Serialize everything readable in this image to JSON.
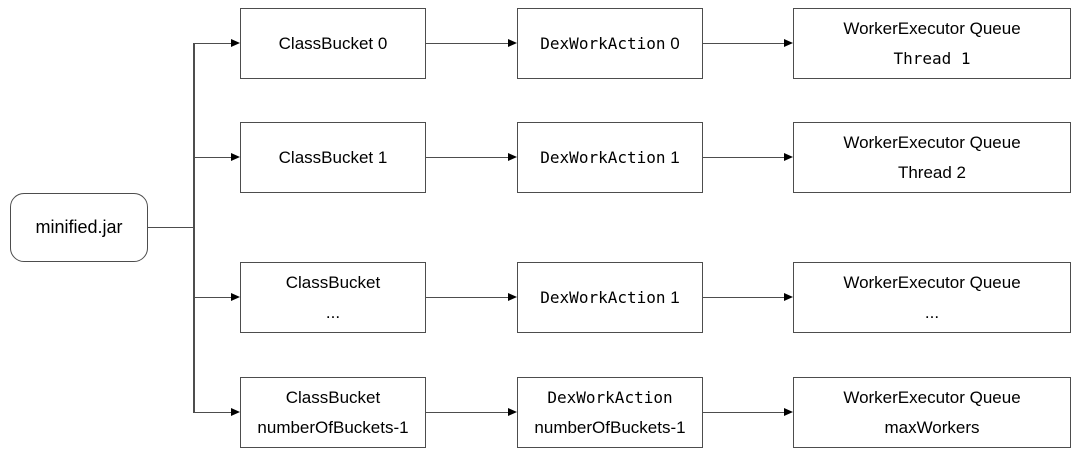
{
  "diagram": {
    "source": {
      "label": "minified.jar"
    },
    "rows": [
      {
        "class_bucket": {
          "lines": [
            [
              {
                "t": "ClassBucket 0"
              }
            ]
          ]
        },
        "dex_work_action": {
          "lines": [
            [
              {
                "t": "DexWorkAction",
                "code": true
              },
              {
                "t": " 0"
              }
            ]
          ]
        },
        "worker_queue": {
          "lines": [
            [
              {
                "t": "WorkerExecutor Queue"
              }
            ],
            [
              {
                "t": "Thread 1",
                "code": true
              }
            ]
          ]
        }
      },
      {
        "class_bucket": {
          "lines": [
            [
              {
                "t": "ClassBucket 1"
              }
            ]
          ]
        },
        "dex_work_action": {
          "lines": [
            [
              {
                "t": "DexWorkAction",
                "code": true
              },
              {
                "t": " 1"
              }
            ]
          ]
        },
        "worker_queue": {
          "lines": [
            [
              {
                "t": "WorkerExecutor Queue"
              }
            ],
            [
              {
                "t": "Thread 2"
              }
            ]
          ]
        }
      },
      {
        "class_bucket": {
          "lines": [
            [
              {
                "t": "ClassBucket"
              }
            ],
            [
              {
                "t": "..."
              }
            ]
          ]
        },
        "dex_work_action": {
          "lines": [
            [
              {
                "t": "DexWorkAction",
                "code": true
              },
              {
                "t": " 1"
              }
            ]
          ]
        },
        "worker_queue": {
          "lines": [
            [
              {
                "t": "WorkerExecutor Queue"
              }
            ],
            [
              {
                "t": "..."
              }
            ]
          ]
        }
      },
      {
        "class_bucket": {
          "lines": [
            [
              {
                "t": "ClassBucket"
              }
            ],
            [
              {
                "t": "numberOfBuckets-1"
              }
            ]
          ]
        },
        "dex_work_action": {
          "lines": [
            [
              {
                "t": "DexWorkAction",
                "code": true
              }
            ],
            [
              {
                "t": "numberOfBuckets-1"
              }
            ]
          ]
        },
        "worker_queue": {
          "lines": [
            [
              {
                "t": "WorkerExecutor Queue"
              }
            ],
            [
              {
                "t": "maxWorkers"
              }
            ]
          ]
        }
      }
    ],
    "colors": {
      "stroke": "#4d4d4d",
      "arrowhead": "#000000",
      "text": "#000000",
      "canvas": "#ffffff"
    }
  }
}
